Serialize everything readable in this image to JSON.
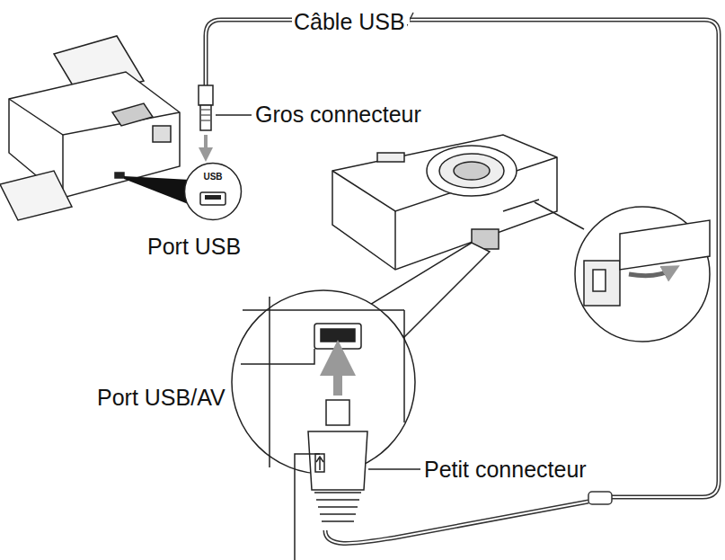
{
  "diagram": {
    "nodes": [
      {
        "text": [
          "USB"
        ]
      }
    ],
    "labels": [
      "Câble USB",
      "Gros connecteur",
      "Port USB",
      "Port USB/AV",
      "Petit connecteur"
    ]
  }
}
